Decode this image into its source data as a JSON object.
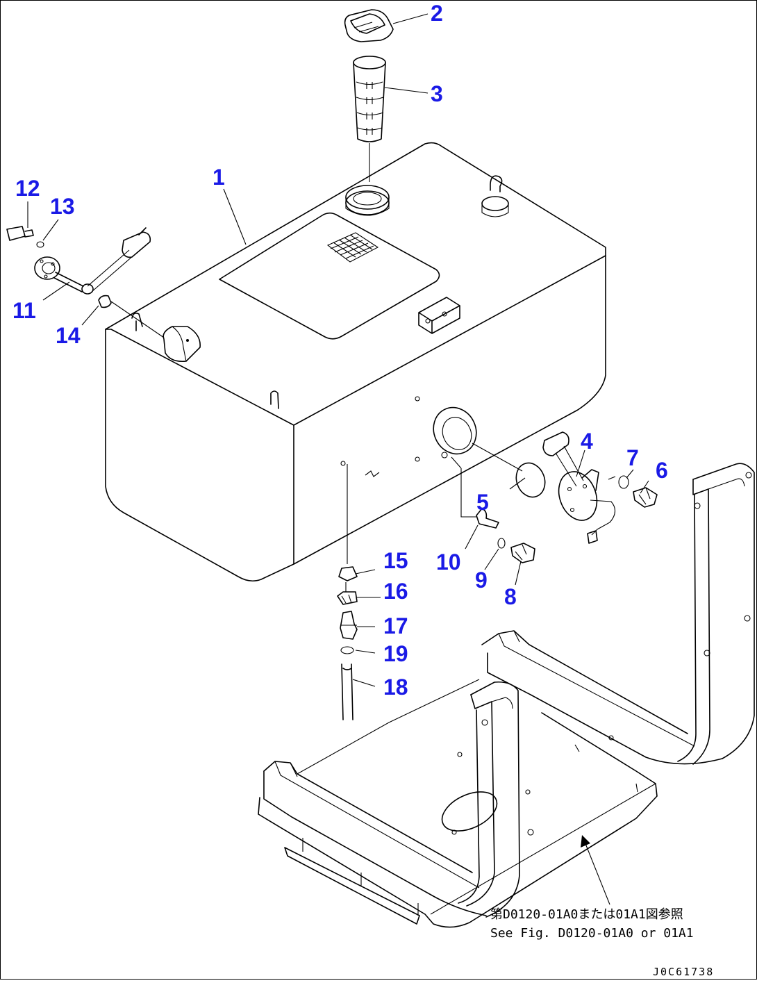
{
  "callouts": [
    {
      "label": "1"
    },
    {
      "label": "2"
    },
    {
      "label": "3"
    },
    {
      "label": "4"
    },
    {
      "label": "5"
    },
    {
      "label": "6"
    },
    {
      "label": "7"
    },
    {
      "label": "8"
    },
    {
      "label": "9"
    },
    {
      "label": "10"
    },
    {
      "label": "11"
    },
    {
      "label": "12"
    },
    {
      "label": "13"
    },
    {
      "label": "14"
    },
    {
      "label": "15"
    },
    {
      "label": "16"
    },
    {
      "label": "17"
    },
    {
      "label": "18"
    },
    {
      "label": "19"
    }
  ],
  "reference_note": {
    "line1": "第D0120-01A0または01A1図参照",
    "line2": "See Fig. D0120-01A0 or 01A1"
  },
  "drawing_code": "J0C61738",
  "colors": {
    "callout": "#1a1ae6",
    "line": "#000000",
    "background": "#ffffff"
  }
}
